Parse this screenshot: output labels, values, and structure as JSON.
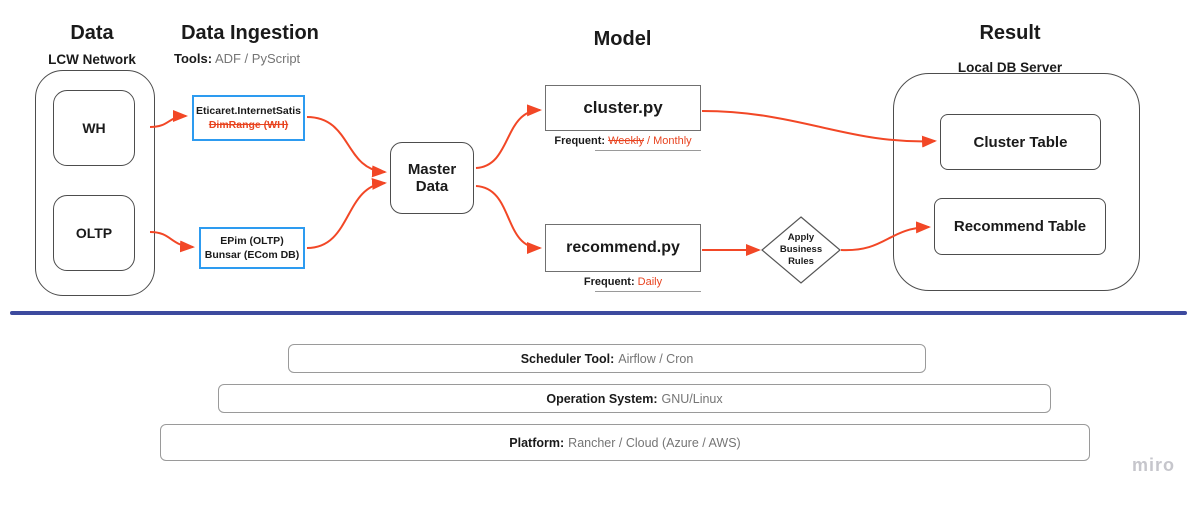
{
  "colors": {
    "arrow": "#f24726",
    "blue_border": "#2d9bf0",
    "red_text": "#e8431f",
    "separator": "#3d4a9e",
    "muted_text": "#757575",
    "border_dark": "#4d4d4d"
  },
  "sections": {
    "data": {
      "title": "Data",
      "subtitle": "LCW Network"
    },
    "ingestion": {
      "title": "Data Ingestion",
      "tools_label": "Tools:",
      "tools_value": "ADF / PyScript"
    },
    "model": {
      "title": "Model"
    },
    "result": {
      "title": "Result",
      "subtitle": "Local DB Server"
    }
  },
  "nodes": {
    "wh": "WH",
    "oltp": "OLTP",
    "ingest1_line1": "Eticaret.InternetSatis",
    "ingest1_line2": "DimRange (WH)",
    "ingest2_line1": "EPim (OLTP)",
    "ingest2_line2": "Bunsar (ECom DB)",
    "master": "Master Data",
    "cluster": "cluster.py",
    "cluster_freq_label": "Frequent:",
    "cluster_freq_strike": "Weekly",
    "cluster_freq_sep": " / ",
    "cluster_freq_value": "Monthly",
    "recommend": "recommend.py",
    "recommend_freq_label": "Frequent:",
    "recommend_freq_value": "Daily",
    "diamond": "Apply Business Rules",
    "cluster_table": "Cluster Table",
    "recommend_table": "Recommend Table"
  },
  "infra": [
    {
      "label": "Scheduler Tool:",
      "value": "Airflow / Cron"
    },
    {
      "label": "Operation System:",
      "value": "GNU/Linux"
    },
    {
      "label": "Platform:",
      "value": "Rancher / Cloud (Azure / AWS)"
    }
  ],
  "watermark": "miro"
}
